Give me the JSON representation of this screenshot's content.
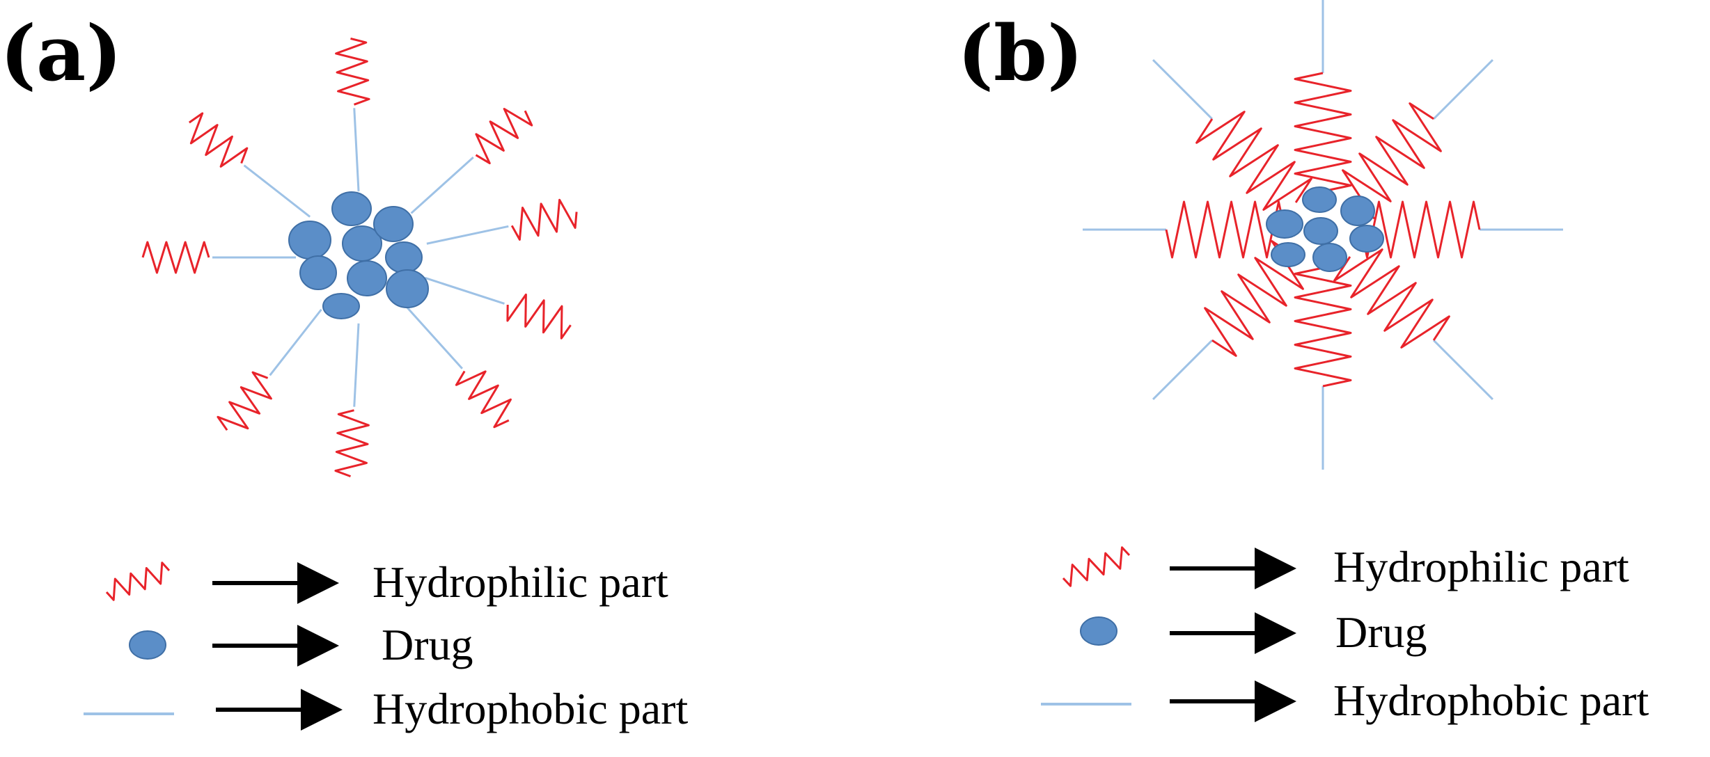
{
  "colors": {
    "hydrophilic": "#e8232a",
    "drug_fill": "#5b8ec8",
    "drug_stroke": "#3f6fa6",
    "hydrophobic": "#9ec2e6",
    "arrow": "#000000"
  },
  "panels": {
    "a": {
      "label": "(a)"
    },
    "b": {
      "label": "(b)"
    }
  },
  "legend": {
    "hydrophilic": "Hydrophilic  part",
    "drug": "Drug",
    "hydrophobic": "Hydrophobic part"
  }
}
